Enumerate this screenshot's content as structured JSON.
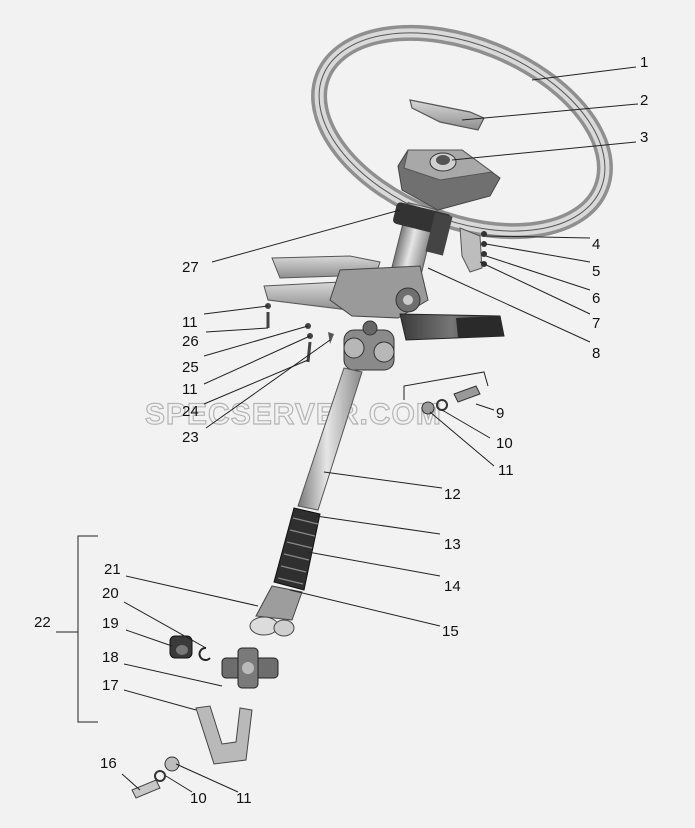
{
  "watermark": "SPECSERVER.COM",
  "callouts": [
    {
      "id": "1",
      "text": "1"
    },
    {
      "id": "2",
      "text": "2"
    },
    {
      "id": "3",
      "text": "3"
    },
    {
      "id": "4",
      "text": "4"
    },
    {
      "id": "5",
      "text": "5"
    },
    {
      "id": "6",
      "text": "6"
    },
    {
      "id": "7",
      "text": "7"
    },
    {
      "id": "8",
      "text": "8"
    },
    {
      "id": "9",
      "text": "9"
    },
    {
      "id": "10a",
      "text": "10"
    },
    {
      "id": "11a",
      "text": "11"
    },
    {
      "id": "12",
      "text": "12"
    },
    {
      "id": "13",
      "text": "13"
    },
    {
      "id": "14",
      "text": "14"
    },
    {
      "id": "15",
      "text": "15"
    },
    {
      "id": "16",
      "text": "16"
    },
    {
      "id": "10b",
      "text": "10"
    },
    {
      "id": "11b",
      "text": "11"
    },
    {
      "id": "17",
      "text": "17"
    },
    {
      "id": "18",
      "text": "18"
    },
    {
      "id": "19",
      "text": "19"
    },
    {
      "id": "20",
      "text": "20"
    },
    {
      "id": "21",
      "text": "21"
    },
    {
      "id": "22",
      "text": "22"
    },
    {
      "id": "23",
      "text": "23"
    },
    {
      "id": "24",
      "text": "24"
    },
    {
      "id": "11c",
      "text": "11"
    },
    {
      "id": "25",
      "text": "25"
    },
    {
      "id": "26",
      "text": "26"
    },
    {
      "id": "11d",
      "text": "11"
    },
    {
      "id": "27",
      "text": "27"
    }
  ]
}
